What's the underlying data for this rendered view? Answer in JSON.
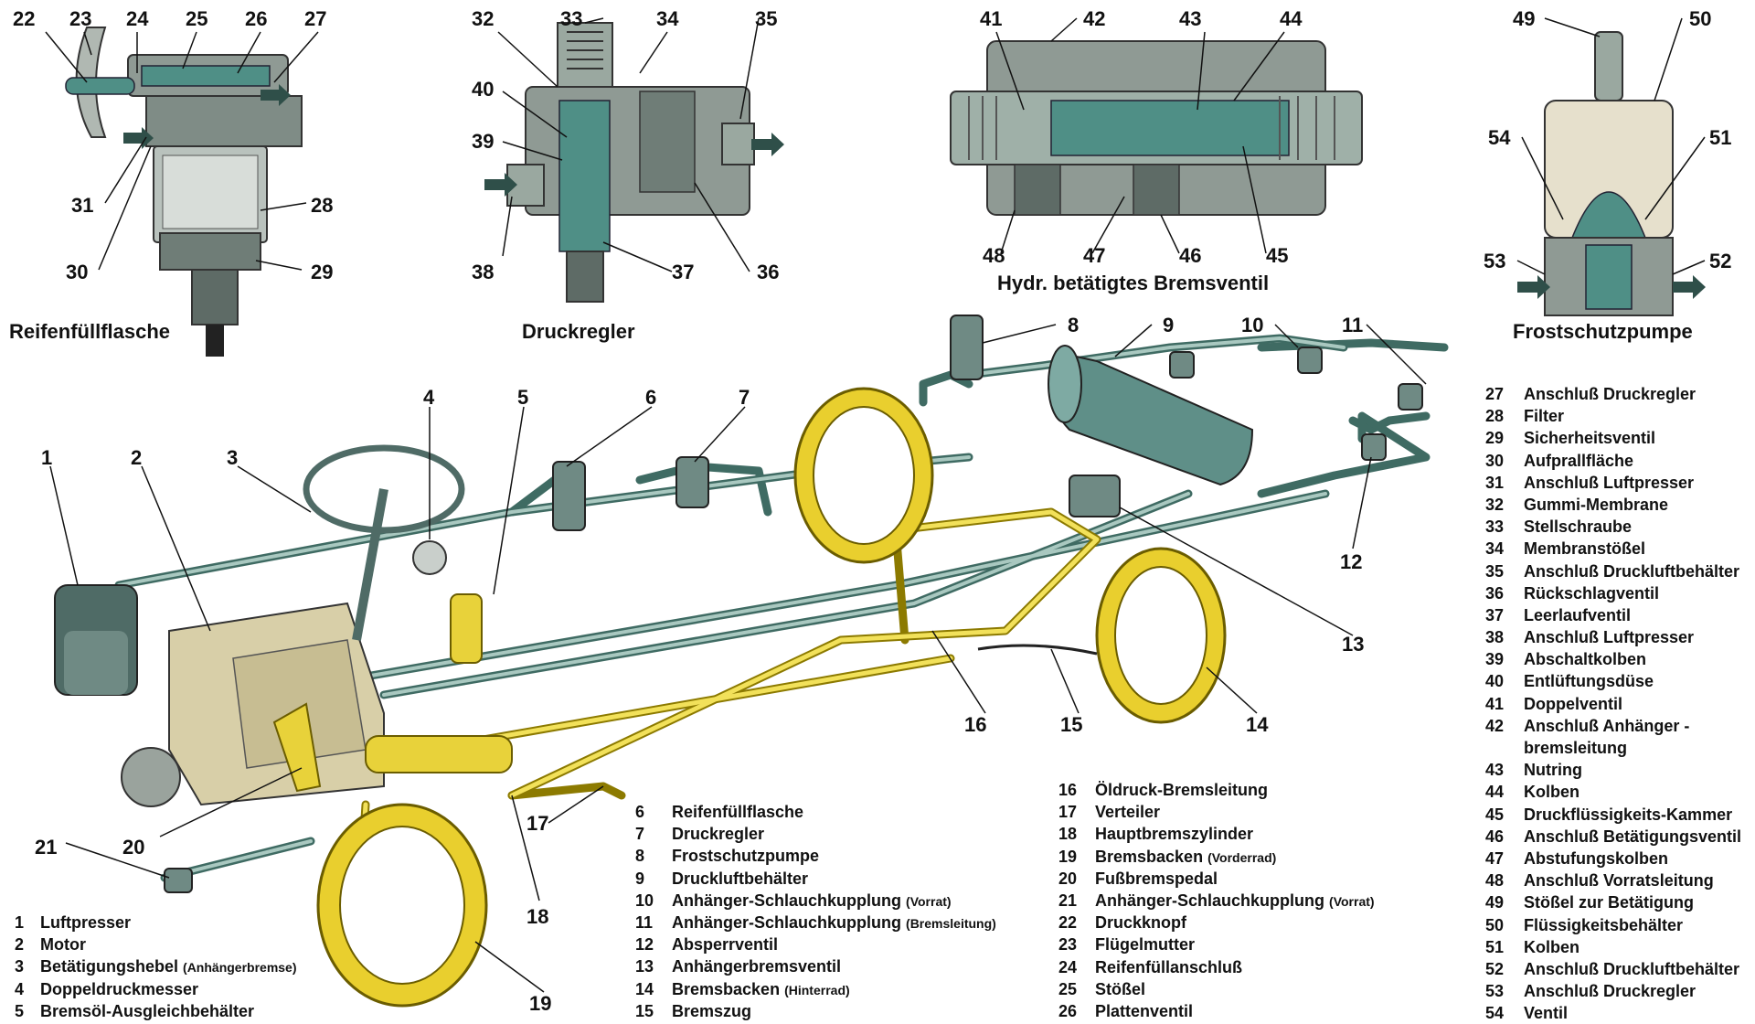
{
  "titles": {
    "reifenfuellflasche": "Reifenfüllflasche",
    "druckregler": "Druckregler",
    "bremsventil": "Hydr. betätigtes Bremsventil",
    "frostschutzpumpe": "Frostschutzpumpe"
  },
  "callouts": {
    "c1": "1",
    "c2": "2",
    "c3": "3",
    "c4": "4",
    "c5": "5",
    "c6": "6",
    "c7": "7",
    "c8": "8",
    "c9": "9",
    "c10": "10",
    "c11": "11",
    "c12": "12",
    "c13": "13",
    "c14": "14",
    "c15": "15",
    "c16": "16",
    "c17": "17",
    "c18": "18",
    "c19": "19",
    "c20": "20",
    "c21": "21",
    "c22": "22",
    "c23": "23",
    "c24": "24",
    "c25": "25",
    "c26": "26",
    "c27": "27",
    "c28": "28",
    "c29": "29",
    "c30": "30",
    "c31": "31",
    "c32": "32",
    "c33": "33",
    "c34": "34",
    "c35": "35",
    "c36": "36",
    "c37": "37",
    "c38": "38",
    "c39": "39",
    "c40": "40",
    "c41": "41",
    "c42": "42",
    "c43": "43",
    "c44": "44",
    "c45": "45",
    "c46": "46",
    "c47": "47",
    "c48": "48",
    "c49": "49",
    "c50": "50",
    "c51": "51",
    "c52": "52",
    "c53": "53",
    "c54": "54"
  },
  "legend_col1": [
    {
      "n": "1",
      "text": "Luftpresser",
      "note": ""
    },
    {
      "n": "2",
      "text": "Motor",
      "note": ""
    },
    {
      "n": "3",
      "text": "Betätigungshebel",
      "note": "(Anhängerbremse)"
    },
    {
      "n": "4",
      "text": "Doppeldruckmesser",
      "note": ""
    },
    {
      "n": "5",
      "text": "Bremsöl-Ausgleichbehälter",
      "note": ""
    }
  ],
  "legend_col2": [
    {
      "n": "6",
      "text": "Reifenfüllflasche",
      "note": ""
    },
    {
      "n": "7",
      "text": "Druckregler",
      "note": ""
    },
    {
      "n": "8",
      "text": "Frostschutzpumpe",
      "note": ""
    },
    {
      "n": "9",
      "text": "Druckluftbehälter",
      "note": ""
    },
    {
      "n": "10",
      "text": "Anhänger-Schlauchkupplung",
      "note": "(Vorrat)"
    },
    {
      "n": "11",
      "text": "Anhänger-Schlauchkupplung",
      "note": "(Bremsleitung)"
    },
    {
      "n": "12",
      "text": "Absperrventil",
      "note": ""
    },
    {
      "n": "13",
      "text": "Anhängerbremsventil",
      "note": ""
    },
    {
      "n": "14",
      "text": "Bremsbacken",
      "note": "(Hinterrad)"
    },
    {
      "n": "15",
      "text": "Bremszug",
      "note": ""
    }
  ],
  "legend_col3": [
    {
      "n": "16",
      "text": "Öldruck-Bremsleitung",
      "note": ""
    },
    {
      "n": "17",
      "text": "Verteiler",
      "note": ""
    },
    {
      "n": "18",
      "text": "Hauptbremszylinder",
      "note": ""
    },
    {
      "n": "19",
      "text": "Bremsbacken",
      "note": "(Vorderrad)"
    },
    {
      "n": "20",
      "text": "Fußbremspedal",
      "note": ""
    },
    {
      "n": "21",
      "text": "Anhänger-Schlauchkupplung",
      "note": "(Vorrat)"
    },
    {
      "n": "22",
      "text": "Druckknopf",
      "note": ""
    },
    {
      "n": "23",
      "text": "Flügelmutter",
      "note": ""
    },
    {
      "n": "24",
      "text": "Reifenfüllanschluß",
      "note": ""
    },
    {
      "n": "25",
      "text": "Stößel",
      "note": ""
    },
    {
      "n": "26",
      "text": "Plattenventil",
      "note": ""
    }
  ],
  "legend_col4": [
    {
      "n": "27",
      "text": "Anschluß Druckregler",
      "note": ""
    },
    {
      "n": "28",
      "text": "Filter",
      "note": ""
    },
    {
      "n": "29",
      "text": "Sicherheitsventil",
      "note": ""
    },
    {
      "n": "30",
      "text": "Aufprallfläche",
      "note": ""
    },
    {
      "n": "31",
      "text": "Anschluß Luftpresser",
      "note": ""
    },
    {
      "n": "32",
      "text": "Gummi-Membrane",
      "note": ""
    },
    {
      "n": "33",
      "text": "Stellschraube",
      "note": ""
    },
    {
      "n": "34",
      "text": "Membranstößel",
      "note": ""
    },
    {
      "n": "35",
      "text": "Anschluß Druckluftbehälter",
      "note": ""
    },
    {
      "n": "36",
      "text": "Rückschlagventil",
      "note": ""
    },
    {
      "n": "37",
      "text": "Leerlaufventil",
      "note": ""
    },
    {
      "n": "38",
      "text": "Anschluß Luftpresser",
      "note": ""
    },
    {
      "n": "39",
      "text": "Abschaltkolben",
      "note": ""
    },
    {
      "n": "40",
      "text": "Entlüftungsdüse",
      "note": ""
    },
    {
      "n": "41",
      "text": "Doppelventil",
      "note": ""
    },
    {
      "n": "42",
      "text": "Anschluß Anhänger -",
      "note": ""
    },
    {
      "n": "",
      "text": "bremsleitung",
      "note": ""
    },
    {
      "n": "43",
      "text": "Nutring",
      "note": ""
    },
    {
      "n": "44",
      "text": "Kolben",
      "note": ""
    },
    {
      "n": "45",
      "text": "Druckflüssigkeits-Kammer",
      "note": ""
    },
    {
      "n": "46",
      "text": "Anschluß Betätigungsventil",
      "note": ""
    },
    {
      "n": "47",
      "text": "Abstufungskolben",
      "note": ""
    },
    {
      "n": "48",
      "text": "Anschluß Vorratsleitung",
      "note": ""
    },
    {
      "n": "49",
      "text": "Stößel zur Betätigung",
      "note": ""
    },
    {
      "n": "50",
      "text": "Flüssigkeitsbehälter",
      "note": ""
    },
    {
      "n": "51",
      "text": "Kolben",
      "note": ""
    },
    {
      "n": "52",
      "text": "Anschluß Druckluftbehälter",
      "note": ""
    },
    {
      "n": "53",
      "text": "Anschluß Druckregler",
      "note": ""
    },
    {
      "n": "54",
      "text": "Ventil",
      "note": ""
    }
  ],
  "colors": {
    "air_line": "#3f6b63",
    "oil_line": "#e8d23a",
    "brake_shoe": "#e9cf2e",
    "cutaway_body": "#9aa8a0",
    "cutaway_steel": "#4f8f86"
  }
}
